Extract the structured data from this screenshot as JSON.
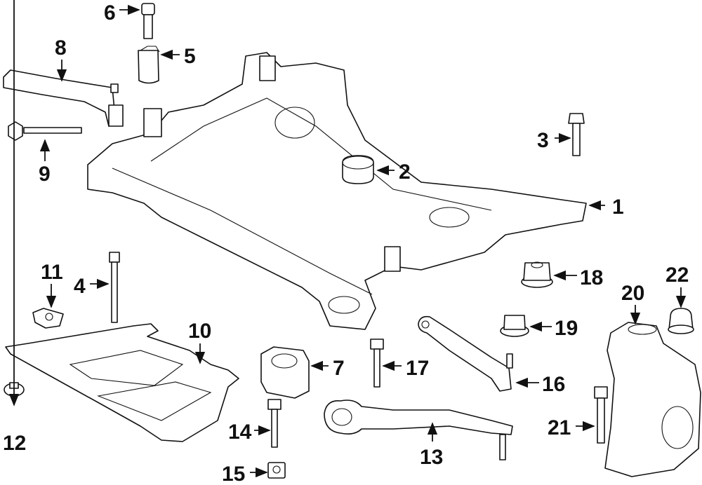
{
  "diagram": {
    "type": "exploded-parts-diagram",
    "callouts": [
      {
        "id": "1",
        "part": "crossmember"
      },
      {
        "id": "2",
        "part": "bushing"
      },
      {
        "id": "3",
        "part": "bolt"
      },
      {
        "id": "4",
        "part": "long-bolt"
      },
      {
        "id": "5",
        "part": "sleeve"
      },
      {
        "id": "6",
        "part": "bolt"
      },
      {
        "id": "7",
        "part": "bushing-mount"
      },
      {
        "id": "8",
        "part": "support-arm"
      },
      {
        "id": "9",
        "part": "flange-bolt"
      },
      {
        "id": "10",
        "part": "splash-shield"
      },
      {
        "id": "11",
        "part": "clip-nut"
      },
      {
        "id": "12",
        "part": "push-pin-screw"
      },
      {
        "id": "13",
        "part": "lower-control-arm"
      },
      {
        "id": "14",
        "part": "bolt"
      },
      {
        "id": "15",
        "part": "nut"
      },
      {
        "id": "16",
        "part": "tension-strut"
      },
      {
        "id": "17",
        "part": "bolt"
      },
      {
        "id": "18",
        "part": "flange-nut"
      },
      {
        "id": "19",
        "part": "flange-nut"
      },
      {
        "id": "20",
        "part": "steering-knuckle"
      },
      {
        "id": "21",
        "part": "bolt"
      },
      {
        "id": "22",
        "part": "nut"
      }
    ]
  }
}
